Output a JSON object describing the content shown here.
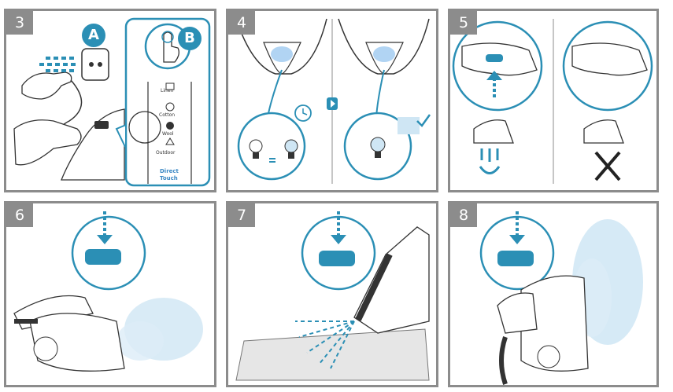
{
  "panels": [
    {
      "step": "3",
      "marker_a": "A",
      "marker_b": "B",
      "settings": [
        "Linen",
        "Cotton",
        "Wool",
        "Outdoor"
      ],
      "control_label_line1": "Direct",
      "control_label_line2": "Touch"
    },
    {
      "step": "4"
    },
    {
      "step": "5"
    },
    {
      "step": "6"
    },
    {
      "step": "7"
    },
    {
      "step": "8"
    }
  ],
  "colors": {
    "frame": "#8c8c8c",
    "accent": "#2b8fb5",
    "accent_light": "#6ec3e0",
    "steam": "#cfe6f4",
    "line": "#3a3a3a",
    "label_blue": "#3b88c4"
  }
}
